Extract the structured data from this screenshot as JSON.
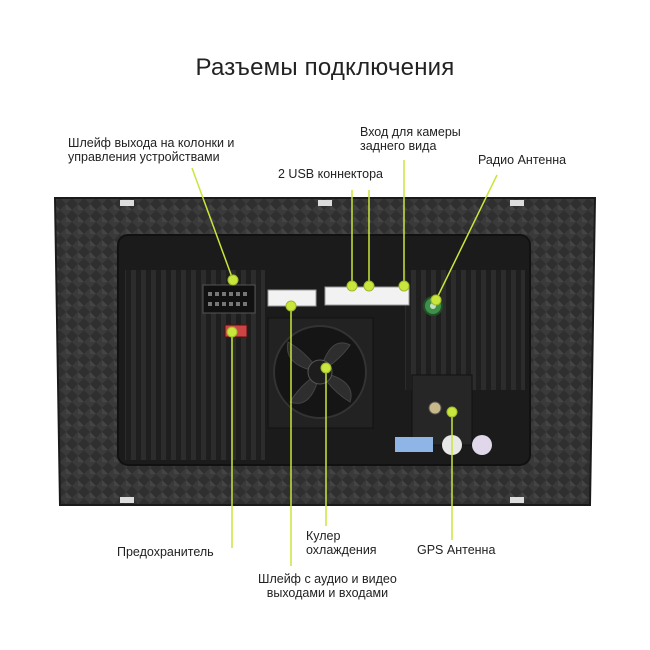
{
  "title": "Разъемы подключения",
  "colors": {
    "accent": "#c8e63c",
    "device": "#2b2b2b"
  },
  "labels": {
    "speaker_harness": [
      "Шлейф выхода на колонки и",
      "управления устройствами"
    ],
    "camera_input": [
      "Вход для камеры",
      "заднего вида"
    ],
    "usb": "2 USB коннектора",
    "radio_antenna": "Радио Антенна",
    "fuse": "Предохранитель",
    "cooler": [
      "Кулер",
      "охлаждения"
    ],
    "gps_antenna": "GPS Антенна",
    "av_harness": [
      "Шлейф с аудио и видео",
      "выходами и входами"
    ]
  }
}
